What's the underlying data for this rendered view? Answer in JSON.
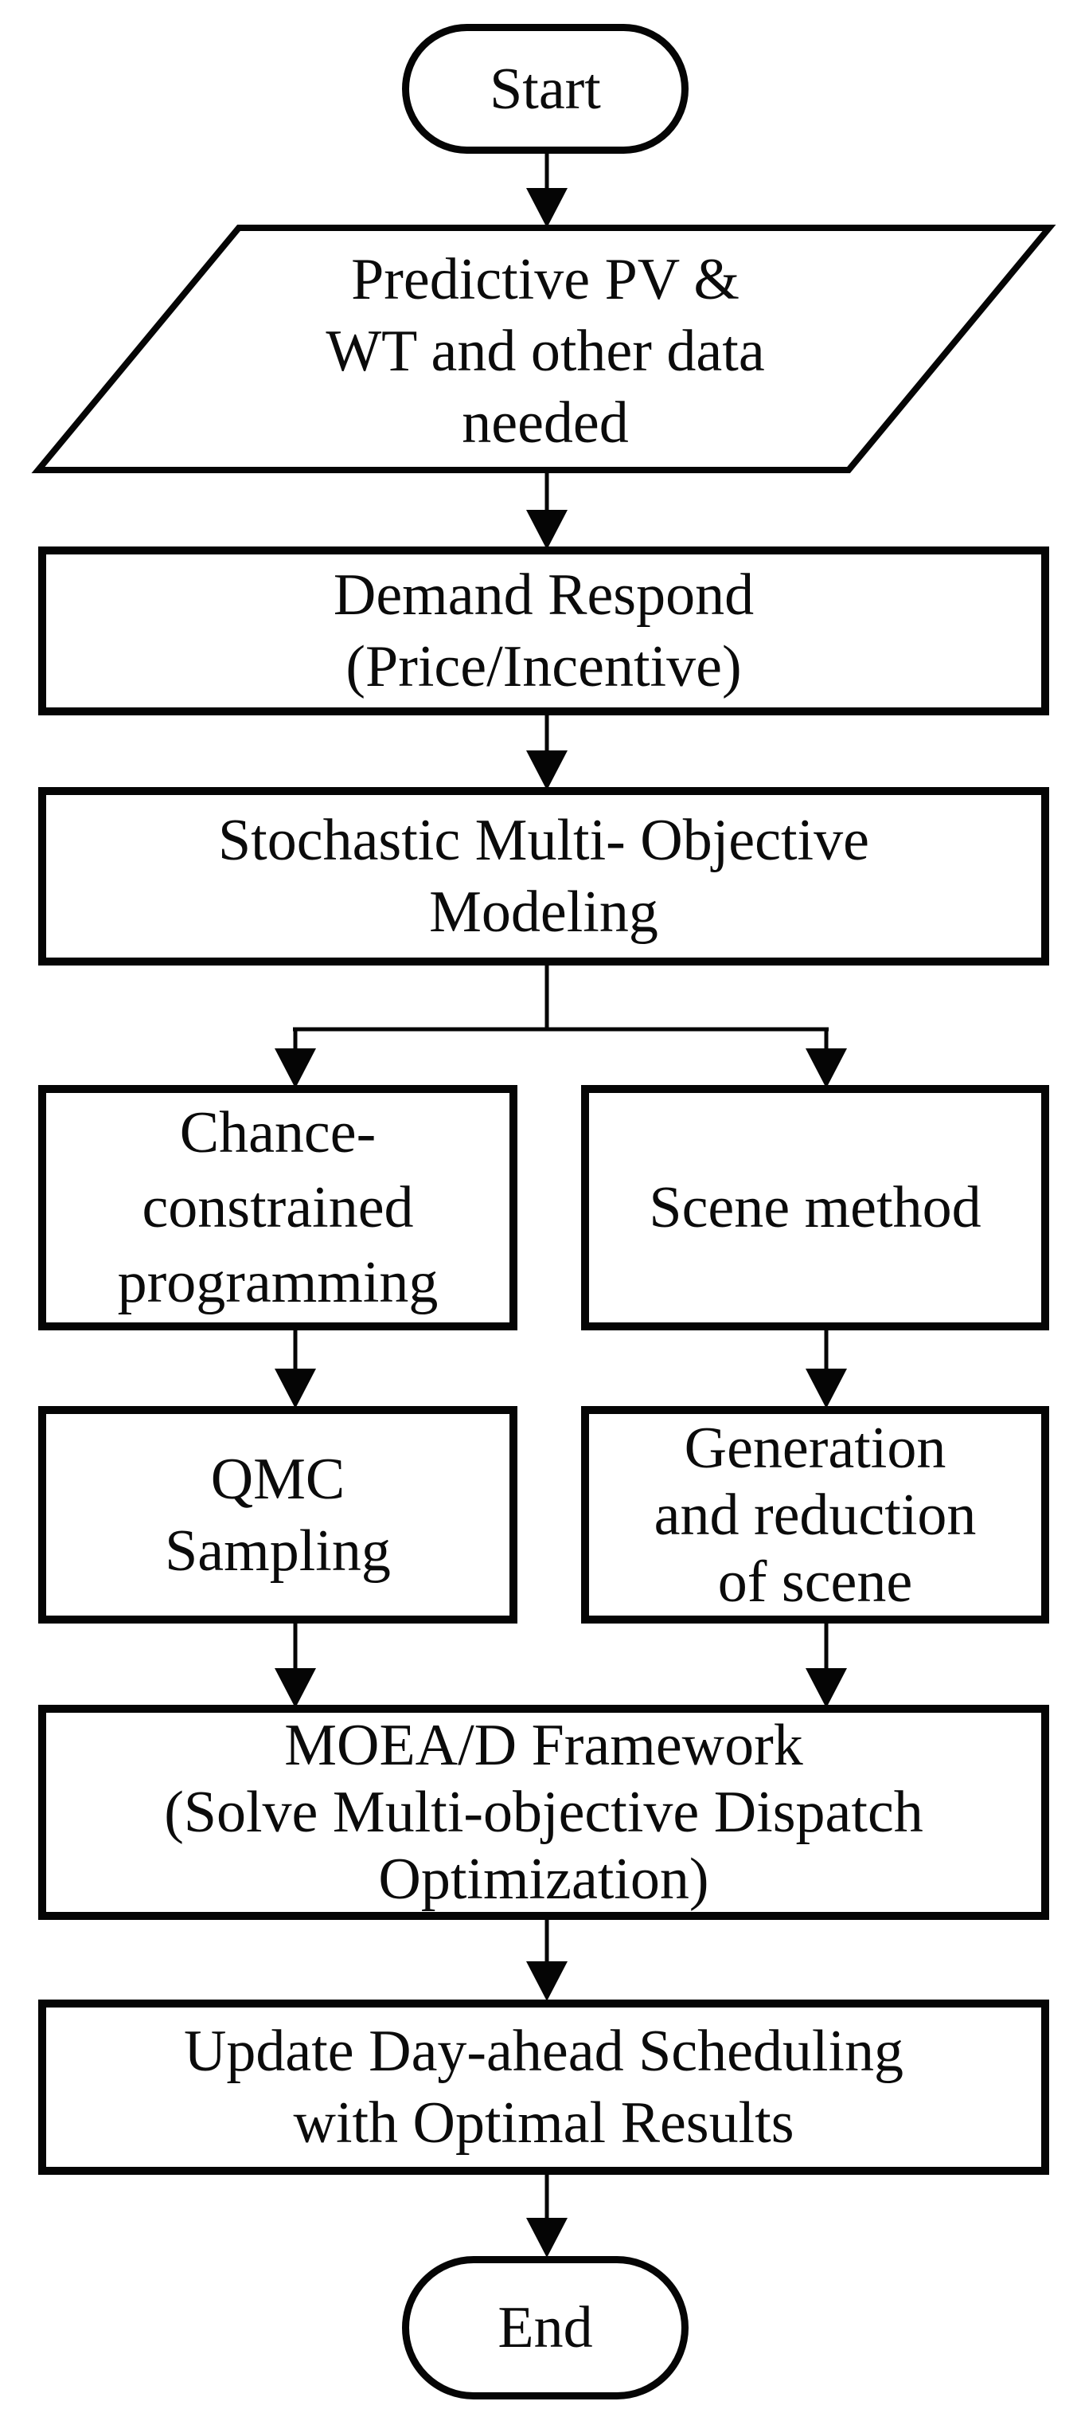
{
  "diagram": {
    "type": "flowchart",
    "colors": {
      "stroke": "#050505",
      "background": "#ffffff",
      "text": "#0b0b0b"
    },
    "nodes": {
      "start": {
        "shape": "terminator",
        "label": "Start"
      },
      "data_input": {
        "shape": "parallelogram",
        "line1": "Predictive PV &",
        "line2": "WT and other data",
        "line3": "needed"
      },
      "demand": {
        "shape": "process",
        "line1": "Demand Respond",
        "line2": "(Price/Incentive)"
      },
      "stochastic": {
        "shape": "process",
        "line1": "Stochastic Multi- Objective",
        "line2": "Modeling"
      },
      "chance": {
        "shape": "process",
        "line1": "Chance-",
        "line2": "constrained",
        "line3": "programming"
      },
      "scene": {
        "shape": "process",
        "line1": "Scene method"
      },
      "qmc": {
        "shape": "process",
        "line1": "QMC",
        "line2": "Sampling"
      },
      "generation": {
        "shape": "process",
        "line1": "Generation",
        "line2": "and reduction",
        "line3": "of scene"
      },
      "moea": {
        "shape": "process",
        "line1": "MOEA/D Framework",
        "line2": "(Solve Multi-objective Dispatch",
        "line3": "Optimization)"
      },
      "update": {
        "shape": "process",
        "line1": "Update Day-ahead Scheduling",
        "line2": "with Optimal Results"
      },
      "end": {
        "shape": "terminator",
        "label": "End"
      }
    },
    "edges": [
      "start -> data_input",
      "data_input -> demand",
      "demand -> stochastic",
      "stochastic -> chance",
      "stochastic -> scene",
      "chance -> qmc",
      "scene -> generation",
      "qmc -> moea",
      "generation -> moea",
      "moea -> update",
      "update -> end"
    ]
  }
}
